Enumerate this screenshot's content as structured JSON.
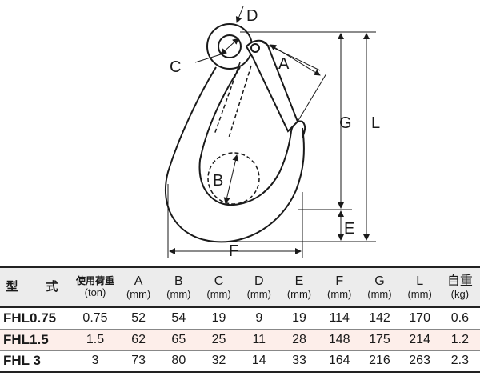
{
  "diagram": {
    "labels": {
      "d": "D",
      "c": "C",
      "a": "A",
      "g": "G",
      "l": "L",
      "b": "B",
      "e": "E",
      "f": "F"
    }
  },
  "table": {
    "header": {
      "model": "型　式",
      "load": "使用荷重",
      "load_unit": "(ton)",
      "cols": [
        {
          "name": "A",
          "unit": "(mm)"
        },
        {
          "name": "B",
          "unit": "(mm)"
        },
        {
          "name": "C",
          "unit": "(mm)"
        },
        {
          "name": "D",
          "unit": "(mm)"
        },
        {
          "name": "E",
          "unit": "(mm)"
        },
        {
          "name": "F",
          "unit": "(mm)"
        },
        {
          "name": "G",
          "unit": "(mm)"
        },
        {
          "name": "L",
          "unit": "(mm)"
        }
      ],
      "weight": "自重",
      "weight_unit": "(kg)"
    },
    "rows": [
      {
        "model": "FHL0.75",
        "load": "0.75",
        "a": "52",
        "b": "54",
        "c": "19",
        "d": "9",
        "e": "19",
        "f": "114",
        "g": "142",
        "l": "170",
        "weight": "0.6"
      },
      {
        "model": "FHL1.5",
        "load": "1.5",
        "a": "62",
        "b": "65",
        "c": "25",
        "d": "11",
        "e": "28",
        "f": "148",
        "g": "175",
        "l": "214",
        "weight": "1.2"
      },
      {
        "model": "FHL 3",
        "load": "3",
        "a": "73",
        "b": "80",
        "c": "32",
        "d": "14",
        "e": "33",
        "f": "164",
        "g": "216",
        "l": "263",
        "weight": "2.3"
      }
    ]
  }
}
